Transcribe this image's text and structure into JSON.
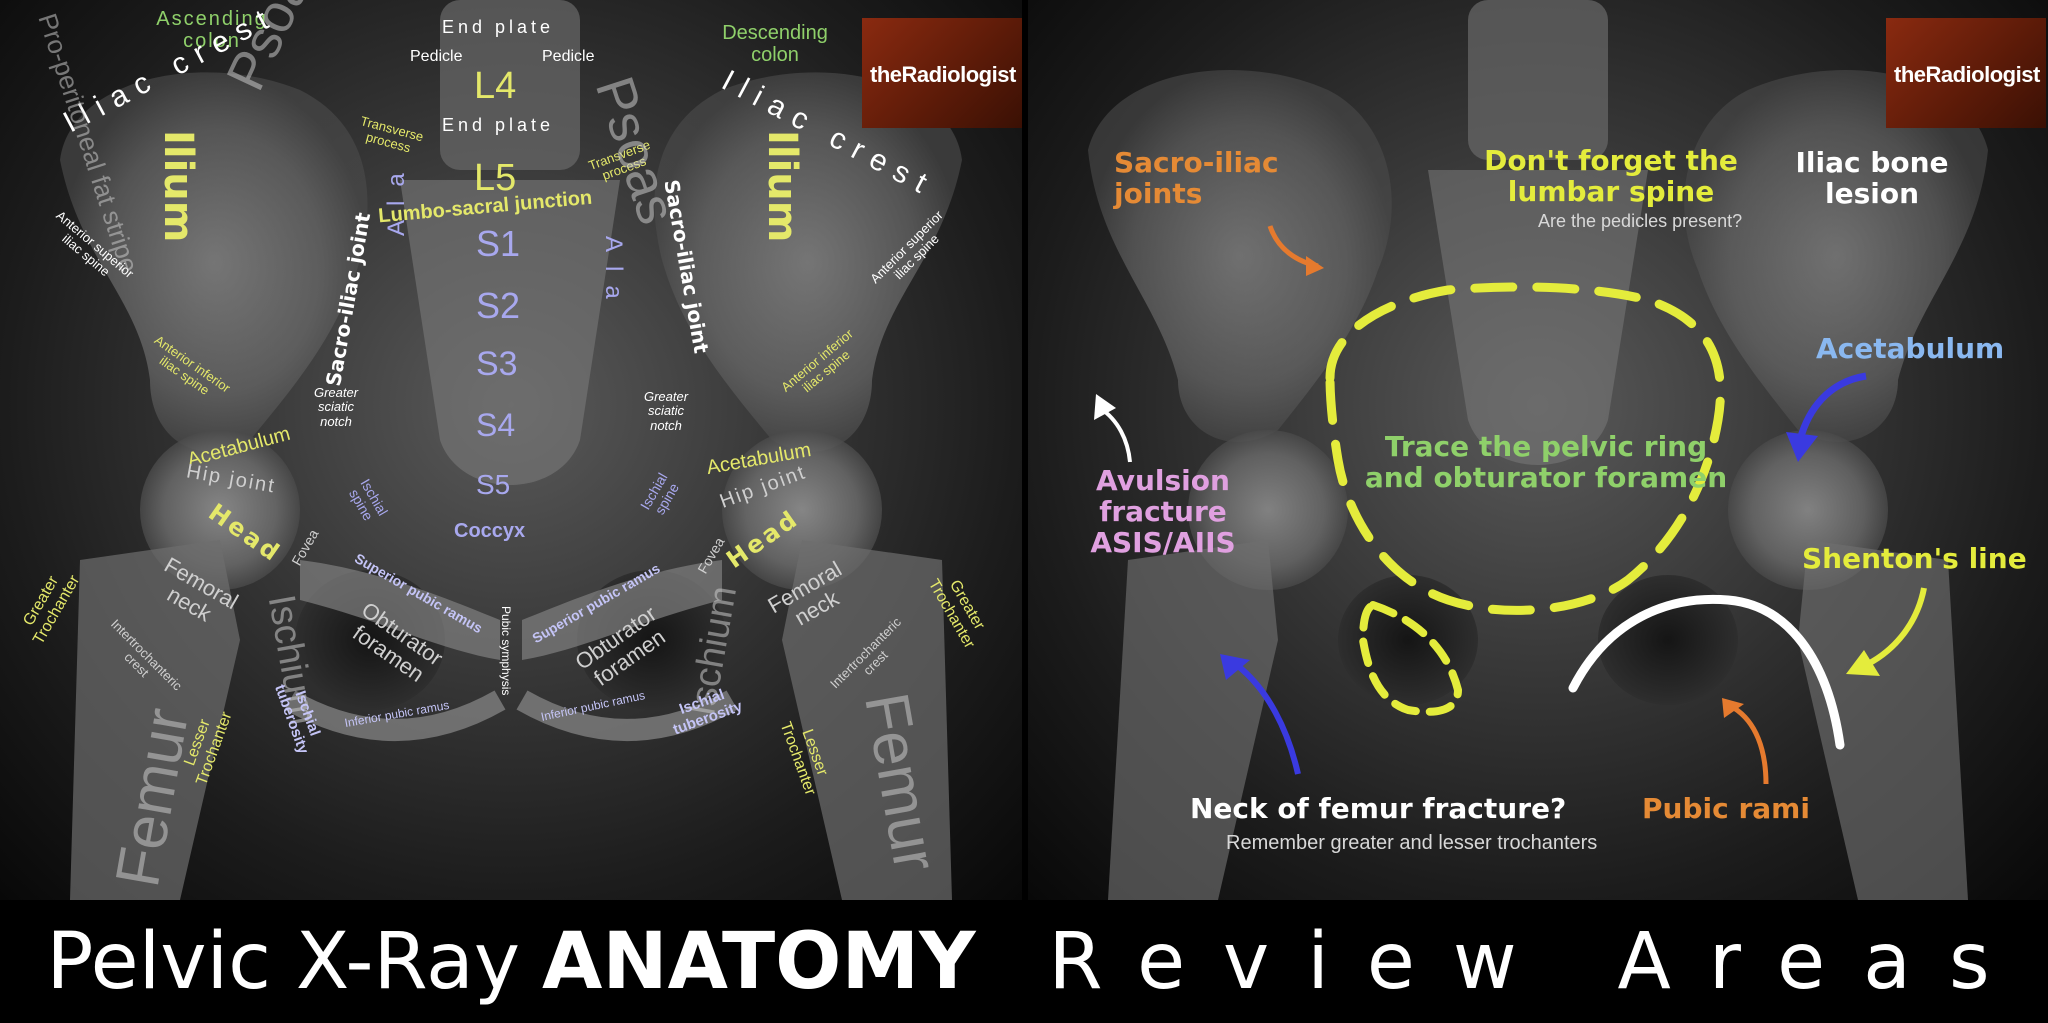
{
  "brand": "theRadiologist",
  "footer": {
    "left_light": "Pelvic X-Ray",
    "left_bold": "ANATOMY",
    "right": "Review Areas"
  },
  "anatomy": {
    "ascending_colon": "Ascending colon",
    "descending_colon": "Descending colon",
    "end_plate_top": "End plate",
    "end_plate_mid": "End plate",
    "pedicle_left": "Pedicle",
    "pedicle_right": "Pedicle",
    "l4": "L4",
    "l5": "L5",
    "transverse_left": "Transverse process",
    "transverse_right": "Transverse process",
    "lumbo_sacral": "Lumbo-sacral junction",
    "s1": "S1",
    "s2": "S2",
    "s3": "S3",
    "s4": "S4",
    "s5": "S5",
    "coccyx": "Coccyx",
    "iliac_crest_left": "Iliac crest",
    "iliac_crest_right": "Iliac crest",
    "pro_peritoneal": "Pro-peritoneal fat stripe",
    "psoas_left": "Psoas",
    "psoas_right": "Psoas",
    "ilium_left": "Ilium",
    "ilium_right": "Ilium",
    "ala_left": "Ala",
    "ala_right": "Ala",
    "si_joint_left": "Sacro-iliac joint",
    "si_joint_right": "Sacro-iliac joint",
    "asis_left": "Anterior superior iliac spine",
    "asis_right": "Anterior superior iliac spine",
    "aiis_left": "Anterior inferior iliac spine",
    "aiis_right": "Anterior inferior iliac spine",
    "sciatic_left": "Greater sciatic notch",
    "sciatic_right": "Greater sciatic notch",
    "acetabulum_left": "Acetabulum",
    "acetabulum_right": "Acetabulum",
    "hip_joint_left": "Hip joint",
    "hip_joint_right": "Hip joint",
    "head_left": "Head",
    "head_right": "Head",
    "fovea_left": "Fovea",
    "fovea_right": "Fovea",
    "ischial_spine_left": "Ischial spine",
    "ischial_spine_right": "Ischial spine",
    "femoral_neck_left": "Femoral neck",
    "femoral_neck_right": "Femoral neck",
    "greater_troch_left": "Greater Trochanter",
    "greater_troch_right": "Greater Trochanter",
    "intertroch_left": "Intertrochanteric crest",
    "intertroch_right": "Intertrochanteric crest",
    "lesser_troch_left": "Lesser Trochanter",
    "lesser_troch_right": "Lesser Trochanter",
    "femur_left": "Femur",
    "femur_right": "Femur",
    "ischium_left": "Ischium",
    "ischium_right": "Ischium",
    "obturator_left": "Obturator foramen",
    "obturator_right": "Obturator foramen",
    "sup_pubic_left": "Superior pubic ramus",
    "sup_pubic_right": "Superior pubic ramus",
    "inf_pubic_left": "Inferior pubic ramus",
    "inf_pubic_right": "Inferior pubic ramus",
    "ischial_tub_left": "Ischial tuberosity",
    "ischial_tub_right": "Ischial tuberosity",
    "pubic_symphysis": "Pubic symphysis"
  },
  "review": {
    "sacroiliac": "Sacro-iliac joints",
    "lumbar": "Don't forget the lumbar spine",
    "pedicles_q": "Are the pedicles present?",
    "iliac_lesion": "Iliac bone lesion",
    "acetabulum": "Acetabulum",
    "pelvic_ring": "Trace the pelvic ring and obturator foramen",
    "avulsion": "Avulsion fracture ASIS/AIIS",
    "shenton": "Shenton's line",
    "neck_femur": "Neck of femur fracture?",
    "remember": "Remember greater and lesser trochanters",
    "pubic_rami": "Pubic rami"
  },
  "colors": {
    "yellow": "#e4e86a",
    "orange": "#e58a35",
    "blue": "#3a3ae0",
    "green": "#8fd06a",
    "pink": "#e0a0e0",
    "light_blue": "#8ab8f0"
  }
}
